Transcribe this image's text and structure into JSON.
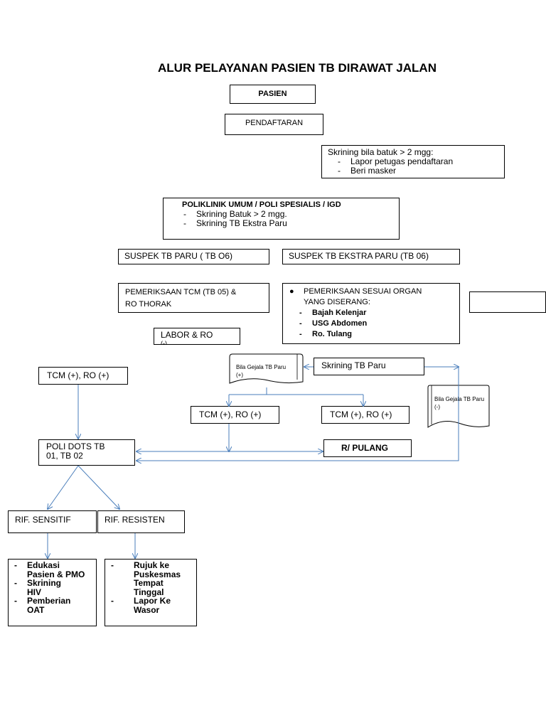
{
  "title": "ALUR PELAYANAN PASIEN TB DIRAWAT JALAN",
  "pasien": "PASIEN",
  "pendaftaran": "PENDAFTARAN",
  "skrining": {
    "heading": "Skrining bila batuk > 2 mgg:",
    "items": [
      "Lapor petugas pendaftaran",
      "Beri masker"
    ]
  },
  "poliklinik": {
    "heading": "POLIKLINIK UMUM / POLI SPESIALIS / IGD",
    "items": [
      "Skrining Batuk > 2 mgg.",
      "Skrining TB Ekstra Paru"
    ]
  },
  "suspek_paru": "SUSPEK TB PARU ( TB O6)",
  "suspek_ekstra": "SUSPEK TB EKSTRA PARU (TB 06)",
  "pemeriksaan_tcm": {
    "line1": "PEMERIKSAAN TCM (TB 05) &",
    "line2": "RO THORAK"
  },
  "pemeriksaan_organ": {
    "heading": "PEMERIKSAAN SESUAI ORGAN YANG DISERANG:",
    "items": [
      "Bajah Kelenjar",
      "USG Abdomen",
      "Ro. Tulang"
    ]
  },
  "labor_ro": "LABOR  &  RO",
  "labor_ro_cut": "(-)",
  "bila_gejala_pos": "Bila Gejala TB Paru (+)",
  "bila_gejala_neg": "Bila Gejala TB Paru (-)",
  "skrining_tb_paru": "Skrining TB Paru",
  "tcm_ro_left": "TCM (+), RO (+)",
  "tcm_ro_mid": "TCM (+), RO (+)",
  "tcm_ro_right": "TCM (+), RO (+)",
  "poli_dots": {
    "line1": "POLI DOTS TB",
    "line2": "01, TB 02"
  },
  "pulang": "R/ PULANG",
  "rif_sensitif": "RIF. SENSITIF",
  "rif_resisten": "RIF. RESISTEN",
  "sensitif_items": [
    "Edukasi Pasien & PMO",
    "Skrining HIV",
    "Pemberian OAT"
  ],
  "resisten_items": [
    "Rujuk ke Puskesmas Tempat Tinggal",
    "Lapor Ke Wasor"
  ],
  "colors": {
    "arrow": "#4a7ebb",
    "border": "#000000"
  }
}
